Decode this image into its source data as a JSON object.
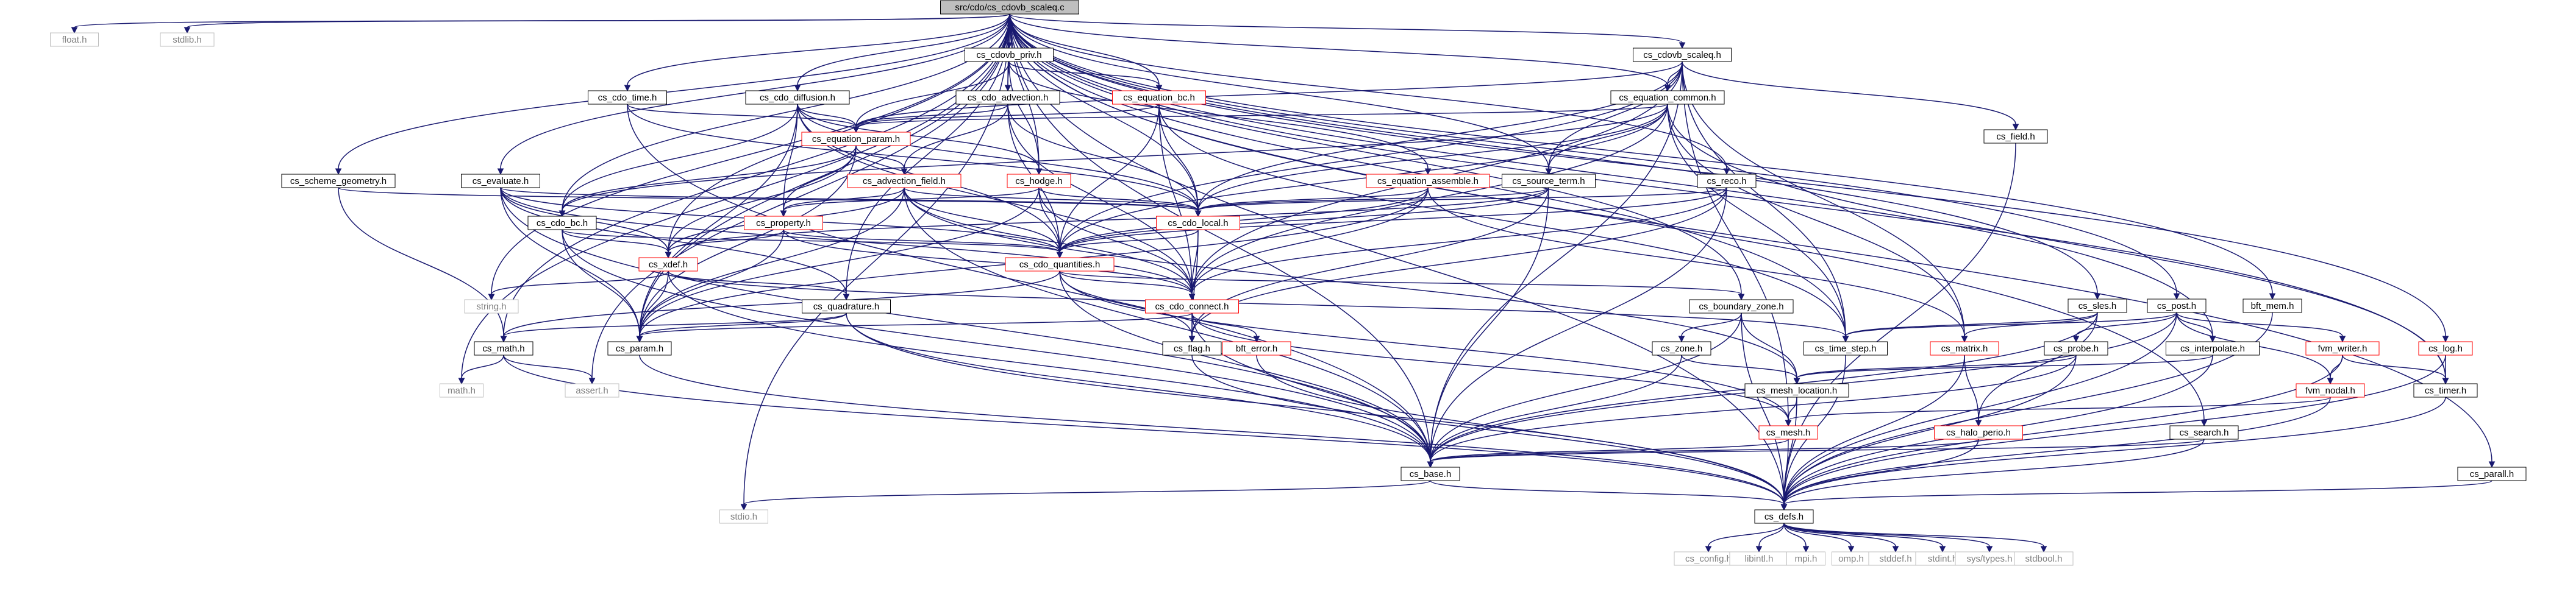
{
  "colors": {
    "background": "#ffffff",
    "root_fill": "#bfbfbf",
    "node_fill": "#ffffff",
    "node_border": "#000000",
    "external_border": "#bfbfbf",
    "node_text": "#000000",
    "external_text": "#7f7f7f",
    "incomplete_border": "#ff0000",
    "edge": "#191970"
  },
  "graph": {
    "nodes": [
      {
        "id": "root",
        "label": "src/cdo/cs_cdovb_scaleq.c",
        "kind": "root"
      },
      {
        "id": "float",
        "label": "float.h",
        "kind": "external"
      },
      {
        "id": "stdlib",
        "label": "stdlib.h",
        "kind": "external"
      },
      {
        "id": "cdovb_priv",
        "label": "cs_cdovb_priv.h",
        "kind": "normal"
      },
      {
        "id": "cdovb_scaleq",
        "label": "cs_cdovb_scaleq.h",
        "kind": "normal"
      },
      {
        "id": "cdo_time",
        "label": "cs_cdo_time.h",
        "kind": "normal"
      },
      {
        "id": "cdo_diffusion",
        "label": "cs_cdo_diffusion.h",
        "kind": "normal"
      },
      {
        "id": "cdo_advection",
        "label": "cs_cdo_advection.h",
        "kind": "normal"
      },
      {
        "id": "equation_bc",
        "label": "cs_equation_bc.h",
        "kind": "incomplete"
      },
      {
        "id": "equation_common",
        "label": "cs_equation_common.h",
        "kind": "normal"
      },
      {
        "id": "field",
        "label": "cs_field.h",
        "kind": "normal"
      },
      {
        "id": "equation_param",
        "label": "cs_equation_param.h",
        "kind": "incomplete"
      },
      {
        "id": "scheme_geometry",
        "label": "cs_scheme_geometry.h",
        "kind": "normal"
      },
      {
        "id": "evaluate",
        "label": "cs_evaluate.h",
        "kind": "normal"
      },
      {
        "id": "advection_field",
        "label": "cs_advection_field.h",
        "kind": "incomplete"
      },
      {
        "id": "hodge",
        "label": "cs_hodge.h",
        "kind": "incomplete"
      },
      {
        "id": "equation_assemble",
        "label": "cs_equation_assemble.h",
        "kind": "incomplete"
      },
      {
        "id": "source_term",
        "label": "cs_source_term.h",
        "kind": "normal"
      },
      {
        "id": "reco",
        "label": "cs_reco.h",
        "kind": "normal"
      },
      {
        "id": "cdo_bc",
        "label": "cs_cdo_bc.h",
        "kind": "normal"
      },
      {
        "id": "property",
        "label": "cs_property.h",
        "kind": "incomplete"
      },
      {
        "id": "cdo_local",
        "label": "cs_cdo_local.h",
        "kind": "incomplete"
      },
      {
        "id": "xdef",
        "label": "cs_xdef.h",
        "kind": "incomplete"
      },
      {
        "id": "cdo_quantities",
        "label": "cs_cdo_quantities.h",
        "kind": "incomplete"
      },
      {
        "id": "string",
        "label": "string.h",
        "kind": "external"
      },
      {
        "id": "quadrature",
        "label": "cs_quadrature.h",
        "kind": "normal"
      },
      {
        "id": "cdo_connect",
        "label": "cs_cdo_connect.h",
        "kind": "incomplete"
      },
      {
        "id": "boundary_zone",
        "label": "cs_boundary_zone.h",
        "kind": "normal"
      },
      {
        "id": "sles",
        "label": "cs_sles.h",
        "kind": "normal"
      },
      {
        "id": "post",
        "label": "cs_post.h",
        "kind": "normal"
      },
      {
        "id": "bft_mem",
        "label": "bft_mem.h",
        "kind": "normal"
      },
      {
        "id": "math",
        "label": "cs_math.h",
        "kind": "normal"
      },
      {
        "id": "param",
        "label": "cs_param.h",
        "kind": "normal"
      },
      {
        "id": "flag",
        "label": "cs_flag.h",
        "kind": "normal"
      },
      {
        "id": "bft_error",
        "label": "bft_error.h",
        "kind": "incomplete"
      },
      {
        "id": "zone",
        "label": "cs_zone.h",
        "kind": "normal"
      },
      {
        "id": "time_step",
        "label": "cs_time_step.h",
        "kind": "normal"
      },
      {
        "id": "matrix",
        "label": "cs_matrix.h",
        "kind": "incomplete"
      },
      {
        "id": "probe",
        "label": "cs_probe.h",
        "kind": "normal"
      },
      {
        "id": "interpolate",
        "label": "cs_interpolate.h",
        "kind": "normal"
      },
      {
        "id": "fvm_writer",
        "label": "fvm_writer.h",
        "kind": "incomplete"
      },
      {
        "id": "log",
        "label": "cs_log.h",
        "kind": "incomplete"
      },
      {
        "id": "mathh",
        "label": "math.h",
        "kind": "external"
      },
      {
        "id": "assert",
        "label": "assert.h",
        "kind": "external"
      },
      {
        "id": "mesh_location",
        "label": "cs_mesh_location.h",
        "kind": "normal"
      },
      {
        "id": "fvm_nodal",
        "label": "fvm_nodal.h",
        "kind": "incomplete"
      },
      {
        "id": "timer",
        "label": "cs_timer.h",
        "kind": "normal"
      },
      {
        "id": "mesh",
        "label": "cs_mesh.h",
        "kind": "incomplete"
      },
      {
        "id": "halo_perio",
        "label": "cs_halo_perio.h",
        "kind": "incomplete"
      },
      {
        "id": "search",
        "label": "cs_search.h",
        "kind": "normal"
      },
      {
        "id": "base",
        "label": "cs_base.h",
        "kind": "normal"
      },
      {
        "id": "parall",
        "label": "cs_parall.h",
        "kind": "normal"
      },
      {
        "id": "stdio",
        "label": "stdio.h",
        "kind": "external"
      },
      {
        "id": "defs",
        "label": "cs_defs.h",
        "kind": "normal"
      },
      {
        "id": "config",
        "label": "cs_config.h",
        "kind": "external"
      },
      {
        "id": "libintl",
        "label": "libintl.h",
        "kind": "external"
      },
      {
        "id": "mpi",
        "label": "mpi.h",
        "kind": "external"
      },
      {
        "id": "omp",
        "label": "omp.h",
        "kind": "external"
      },
      {
        "id": "stddef",
        "label": "stddef.h",
        "kind": "external"
      },
      {
        "id": "stdint",
        "label": "stdint.h",
        "kind": "external"
      },
      {
        "id": "systypes",
        "label": "sys/types.h",
        "kind": "external"
      },
      {
        "id": "stdbool",
        "label": "stdbool.h",
        "kind": "external"
      }
    ],
    "edges": [
      [
        "root",
        "float"
      ],
      [
        "root",
        "stdlib"
      ],
      [
        "root",
        "cdovb_priv"
      ],
      [
        "root",
        "cdovb_scaleq"
      ],
      [
        "root",
        "cdo_time"
      ],
      [
        "root",
        "cdo_diffusion"
      ],
      [
        "root",
        "cdo_advection"
      ],
      [
        "root",
        "equation_bc"
      ],
      [
        "root",
        "equation_common"
      ],
      [
        "root",
        "scheme_geometry"
      ],
      [
        "root",
        "evaluate"
      ],
      [
        "root",
        "hodge"
      ],
      [
        "root",
        "source_term"
      ],
      [
        "root",
        "reco"
      ],
      [
        "root",
        "cdo_bc"
      ],
      [
        "root",
        "cdo_local"
      ],
      [
        "root",
        "xdef"
      ],
      [
        "root",
        "string"
      ],
      [
        "root",
        "quadrature"
      ],
      [
        "root",
        "boundary_zone"
      ],
      [
        "root",
        "sles"
      ],
      [
        "root",
        "post"
      ],
      [
        "root",
        "bft_mem"
      ],
      [
        "root",
        "math"
      ],
      [
        "root",
        "param"
      ],
      [
        "root",
        "time_step"
      ],
      [
        "root",
        "interpolate"
      ],
      [
        "root",
        "log"
      ],
      [
        "root",
        "mathh"
      ],
      [
        "root",
        "assert"
      ],
      [
        "root",
        "timer"
      ],
      [
        "root",
        "search"
      ],
      [
        "root",
        "base"
      ],
      [
        "root",
        "parall"
      ],
      [
        "root",
        "stdio"
      ],
      [
        "root",
        "defs"
      ],
      [
        "cdovb_priv",
        "cdo_advection"
      ],
      [
        "cdovb_priv",
        "equation_bc"
      ],
      [
        "cdovb_priv",
        "equation_assemble"
      ],
      [
        "cdovb_priv",
        "hodge"
      ],
      [
        "cdovb_priv",
        "equation_param"
      ],
      [
        "cdovb_scaleq",
        "equation_common"
      ],
      [
        "cdovb_scaleq",
        "field"
      ],
      [
        "cdovb_scaleq",
        "equation_param"
      ],
      [
        "cdovb_scaleq",
        "source_term"
      ],
      [
        "cdovb_scaleq",
        "cdo_local"
      ],
      [
        "cdovb_scaleq",
        "cdo_quantities"
      ],
      [
        "cdovb_scaleq",
        "cdo_connect"
      ],
      [
        "cdovb_scaleq",
        "time_step"
      ],
      [
        "cdovb_scaleq",
        "matrix"
      ],
      [
        "cdovb_scaleq",
        "mesh"
      ],
      [
        "cdovb_scaleq",
        "base"
      ],
      [
        "cdo_time",
        "equation_param"
      ],
      [
        "cdo_time",
        "cdo_local"
      ],
      [
        "cdo_time",
        "base"
      ],
      [
        "cdo_diffusion",
        "equation_param"
      ],
      [
        "cdo_diffusion",
        "hodge"
      ],
      [
        "cdo_diffusion",
        "cdo_bc"
      ],
      [
        "cdo_diffusion",
        "property"
      ],
      [
        "cdo_diffusion",
        "cdo_local"
      ],
      [
        "cdo_diffusion",
        "cdo_quantities"
      ],
      [
        "cdo_diffusion",
        "cdo_connect"
      ],
      [
        "cdo_diffusion",
        "param"
      ],
      [
        "cdo_advection",
        "equation_param"
      ],
      [
        "cdo_advection",
        "advection_field"
      ],
      [
        "cdo_advection",
        "cdo_local"
      ],
      [
        "cdo_advection",
        "cdo_quantities"
      ],
      [
        "cdo_advection",
        "cdo_connect"
      ],
      [
        "equation_bc",
        "equation_param"
      ],
      [
        "equation_bc",
        "cdo_local"
      ],
      [
        "equation_bc",
        "cdo_quantities"
      ],
      [
        "equation_bc",
        "cdo_connect"
      ],
      [
        "equation_bc",
        "time_step"
      ],
      [
        "equation_common",
        "equation_param"
      ],
      [
        "equation_common",
        "source_term"
      ],
      [
        "equation_common",
        "cdo_local"
      ],
      [
        "equation_common",
        "cdo_quantities"
      ],
      [
        "equation_common",
        "cdo_connect"
      ],
      [
        "equation_common",
        "time_step"
      ],
      [
        "equation_common",
        "matrix"
      ],
      [
        "equation_common",
        "timer"
      ],
      [
        "equation_common",
        "cdo_bc"
      ],
      [
        "field",
        "defs"
      ],
      [
        "equation_param",
        "advection_field"
      ],
      [
        "equation_param",
        "property"
      ],
      [
        "equation_param",
        "cdo_bc"
      ],
      [
        "equation_param",
        "param"
      ],
      [
        "equation_param",
        "xdef"
      ],
      [
        "scheme_geometry",
        "cdo_local"
      ],
      [
        "scheme_geometry",
        "math"
      ],
      [
        "evaluate",
        "cdo_local"
      ],
      [
        "evaluate",
        "cdo_quantities"
      ],
      [
        "evaluate",
        "cdo_connect"
      ],
      [
        "evaluate",
        "xdef"
      ],
      [
        "evaluate",
        "quadrature"
      ],
      [
        "evaluate",
        "param"
      ],
      [
        "evaluate",
        "base"
      ],
      [
        "advection_field",
        "property"
      ],
      [
        "advection_field",
        "cdo_local"
      ],
      [
        "advection_field",
        "cdo_quantities"
      ],
      [
        "advection_field",
        "cdo_connect"
      ],
      [
        "advection_field",
        "xdef"
      ],
      [
        "advection_field",
        "param"
      ],
      [
        "advection_field",
        "mesh_location"
      ],
      [
        "advection_field",
        "base"
      ],
      [
        "hodge",
        "property"
      ],
      [
        "hodge",
        "cdo_local"
      ],
      [
        "hodge",
        "cdo_quantities"
      ],
      [
        "hodge",
        "cdo_connect"
      ],
      [
        "hodge",
        "param"
      ],
      [
        "equation_assemble",
        "cdo_local"
      ],
      [
        "equation_assemble",
        "cdo_quantities"
      ],
      [
        "equation_assemble",
        "cdo_connect"
      ],
      [
        "equation_assemble",
        "matrix"
      ],
      [
        "equation_assemble",
        "param"
      ],
      [
        "source_term",
        "cdo_local"
      ],
      [
        "source_term",
        "cdo_quantities"
      ],
      [
        "source_term",
        "xdef"
      ],
      [
        "source_term",
        "flag"
      ],
      [
        "source_term",
        "base"
      ],
      [
        "reco",
        "cdo_local"
      ],
      [
        "reco",
        "cdo_quantities"
      ],
      [
        "reco",
        "cdo_connect"
      ],
      [
        "reco",
        "flag"
      ],
      [
        "reco",
        "base"
      ],
      [
        "cdo_bc",
        "xdef"
      ],
      [
        "cdo_bc",
        "cdo_quantities"
      ],
      [
        "cdo_bc",
        "param"
      ],
      [
        "cdo_bc",
        "base"
      ],
      [
        "property",
        "xdef"
      ],
      [
        "property",
        "cdo_quantities"
      ],
      [
        "property",
        "cdo_connect"
      ],
      [
        "property",
        "param"
      ],
      [
        "cdo_local",
        "cdo_quantities"
      ],
      [
        "cdo_local",
        "cdo_connect"
      ],
      [
        "cdo_local",
        "flag"
      ],
      [
        "xdef",
        "string"
      ],
      [
        "xdef",
        "quadrature"
      ],
      [
        "xdef",
        "param"
      ],
      [
        "xdef",
        "time_step"
      ],
      [
        "xdef",
        "base"
      ],
      [
        "cdo_quantities",
        "cdo_connect"
      ],
      [
        "cdo_quantities",
        "flag"
      ],
      [
        "cdo_quantities",
        "mesh"
      ],
      [
        "cdo_quantities",
        "base"
      ],
      [
        "cdo_quantities",
        "math"
      ],
      [
        "cdo_quantities",
        "boundary_zone"
      ],
      [
        "quadrature",
        "math"
      ],
      [
        "quadrature",
        "param"
      ],
      [
        "quadrature",
        "base"
      ],
      [
        "quadrature",
        "defs"
      ],
      [
        "cdo_connect",
        "flag"
      ],
      [
        "cdo_connect",
        "mesh"
      ],
      [
        "cdo_connect",
        "bft_error"
      ],
      [
        "cdo_connect",
        "base"
      ],
      [
        "cdo_connect",
        "param"
      ],
      [
        "boundary_zone",
        "zone"
      ],
      [
        "boundary_zone",
        "mesh_location"
      ],
      [
        "boundary_zone",
        "base"
      ],
      [
        "boundary_zone",
        "defs"
      ],
      [
        "sles",
        "matrix"
      ],
      [
        "sles",
        "halo_perio"
      ],
      [
        "sles",
        "time_step"
      ],
      [
        "sles",
        "base"
      ],
      [
        "post",
        "probe"
      ],
      [
        "post",
        "interpolate"
      ],
      [
        "post",
        "fvm_writer"
      ],
      [
        "post",
        "fvm_nodal"
      ],
      [
        "post",
        "time_step"
      ],
      [
        "post",
        "base"
      ],
      [
        "post",
        "defs"
      ],
      [
        "bft_mem",
        "defs"
      ],
      [
        "math",
        "mathh"
      ],
      [
        "math",
        "assert"
      ],
      [
        "math",
        "defs"
      ],
      [
        "param",
        "defs"
      ],
      [
        "flag",
        "defs"
      ],
      [
        "bft_error",
        "defs"
      ],
      [
        "zone",
        "mesh_location"
      ],
      [
        "zone",
        "base"
      ],
      [
        "time_step",
        "defs"
      ],
      [
        "matrix",
        "halo_perio"
      ],
      [
        "matrix",
        "defs"
      ],
      [
        "probe",
        "mesh_location"
      ],
      [
        "probe",
        "base"
      ],
      [
        "probe",
        "defs"
      ],
      [
        "interpolate",
        "mesh_location"
      ],
      [
        "interpolate",
        "defs"
      ],
      [
        "fvm_writer",
        "fvm_nodal"
      ],
      [
        "fvm_writer",
        "timer"
      ],
      [
        "fvm_writer",
        "defs"
      ],
      [
        "log",
        "timer"
      ],
      [
        "log",
        "defs"
      ],
      [
        "mesh_location",
        "mesh"
      ],
      [
        "mesh_location",
        "defs"
      ],
      [
        "fvm_nodal",
        "mesh"
      ],
      [
        "fvm_nodal",
        "defs"
      ],
      [
        "timer",
        "defs"
      ],
      [
        "mesh",
        "base"
      ],
      [
        "mesh",
        "defs"
      ],
      [
        "halo_perio",
        "base"
      ],
      [
        "halo_perio",
        "defs"
      ],
      [
        "search",
        "base"
      ],
      [
        "search",
        "defs"
      ],
      [
        "base",
        "stdio"
      ],
      [
        "base",
        "defs"
      ],
      [
        "parall",
        "defs"
      ],
      [
        "defs",
        "config"
      ],
      [
        "defs",
        "libintl"
      ],
      [
        "defs",
        "mpi"
      ],
      [
        "defs",
        "omp"
      ],
      [
        "defs",
        "stddef"
      ],
      [
        "defs",
        "stdint"
      ],
      [
        "defs",
        "systypes"
      ],
      [
        "defs",
        "stdbool"
      ]
    ]
  }
}
